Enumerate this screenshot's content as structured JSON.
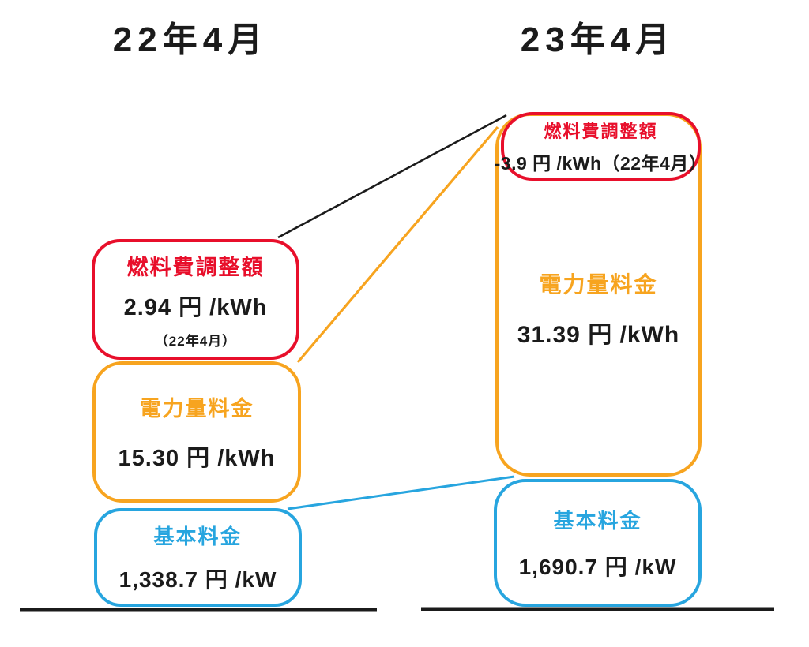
{
  "diagram": {
    "left_column": {
      "title": "22年4月",
      "fuel": {
        "label": "燃料費調整額",
        "value": "2.94 円 /kWh",
        "note": "（22年4月）"
      },
      "energy": {
        "label": "電力量料金",
        "value": "15.30 円 /kWh"
      },
      "basic": {
        "label": "基本料金",
        "value": "1,338.7 円 /kW"
      }
    },
    "right_column": {
      "title": "23年4月",
      "fuel": {
        "label": "燃料費調整額",
        "value": "-3.9 円 /kWh（22年4月）"
      },
      "energy": {
        "label": "電力量料金",
        "value": "31.39 円 /kWh"
      },
      "basic": {
        "label": "基本料金",
        "value": "1,690.7 円 /kW"
      }
    },
    "colors": {
      "fuel_adjustment": "#e80f2b",
      "energy_charge": "#f7a41f",
      "basic_charge": "#27a5df",
      "text_and_lines": "#1b1b1b"
    }
  }
}
